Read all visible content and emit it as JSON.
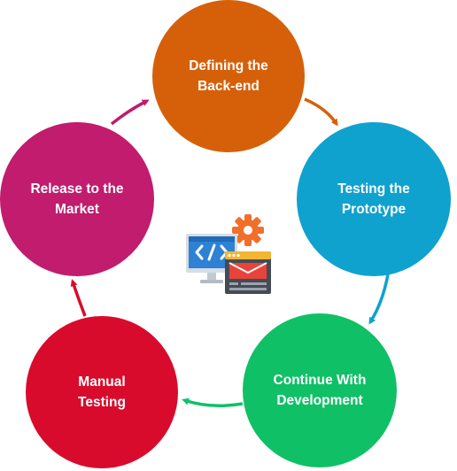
{
  "cycle": {
    "nodes": [
      {
        "label": "Defining the\nBack-end",
        "color": "#d6600a"
      },
      {
        "label": "Testing the\nPrototype",
        "color": "#0fa2ce"
      },
      {
        "label": "Continue With\nDevelopment",
        "color": "#10c066"
      },
      {
        "label": "Manual\nTesting",
        "color": "#d80b2c"
      },
      {
        "label": "Release to the\nMarket",
        "color": "#c11c6e"
      }
    ]
  },
  "center": {
    "icon": "web-development-icon"
  }
}
